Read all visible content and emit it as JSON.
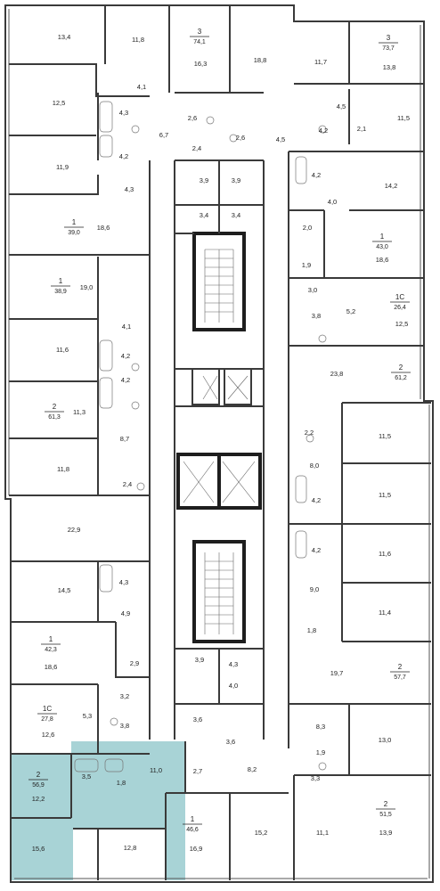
{
  "colors": {
    "highlight": "#a8d3d6",
    "wall": "#2b2b2b",
    "background": "#ffffff"
  },
  "apartments": [
    {
      "id": "a3-top-left",
      "num": "3",
      "area": "74,1"
    },
    {
      "id": "a3-top-right",
      "num": "3",
      "area": "73,7"
    },
    {
      "id": "a1-left-1",
      "num": "1",
      "area": "39,0"
    },
    {
      "id": "a1-right-1",
      "num": "1",
      "area": "43,0"
    },
    {
      "id": "a1-left-2",
      "num": "1",
      "area": "38,9"
    },
    {
      "id": "a1c-right",
      "num": "1С",
      "area": "26,4"
    },
    {
      "id": "a2-right-1",
      "num": "2",
      "area": "61,2"
    },
    {
      "id": "a2-left-1",
      "num": "2",
      "area": "61,3"
    },
    {
      "id": "a1-left-3",
      "num": "1",
      "area": "42,3"
    },
    {
      "id": "a2-right-2",
      "num": "2",
      "area": "57,7"
    },
    {
      "id": "a1c-left",
      "num": "1С",
      "area": "27,8"
    },
    {
      "id": "a2-highlighted",
      "num": "2",
      "area": "56,9"
    },
    {
      "id": "a1-bottom",
      "num": "1",
      "area": "46,6"
    },
    {
      "id": "a2-bottom-right",
      "num": "2",
      "area": "51,5"
    }
  ],
  "rooms": {
    "r_13_4": "13,4",
    "r_11_8a": "11,8",
    "r_16_3": "16,3",
    "r_18_8": "18,8",
    "r_11_7": "11,7",
    "r_13_8": "13,8",
    "r_12_5a": "12,5",
    "r_4_1a": "4,1",
    "r_4_3a": "4,3",
    "r_4_2a": "4,2",
    "r_2_6a": "2,6",
    "r_6_7": "6,7",
    "r_2_6b": "2,6",
    "r_2_4a": "2,4",
    "r_4_5a": "4,5",
    "r_4_5b": "4,5",
    "r_4_2b": "4,2",
    "r_2_1": "2,1",
    "r_11_5a": "11,5",
    "r_11_9": "11,9",
    "r_3_9a": "3,9",
    "r_3_9b": "3,9",
    "r_4_3b": "4,3",
    "r_4_2c": "4,2",
    "r_14_2": "14,2",
    "r_3_4a": "3,4",
    "r_3_4b": "3,4",
    "r_4_0a": "4,0",
    "r_18_6a": "18,6",
    "r_2_0": "2,0",
    "r_18_6b": "18,6",
    "r_1_9a": "1,9",
    "r_19_0": "19,0",
    "r_3_0": "3,0",
    "r_5_2": "5,2",
    "r_3_8a": "3,8",
    "r_12_5b": "12,5",
    "r_4_1b": "4,1",
    "r_11_6a": "11,6",
    "r_4_2d": "4,2",
    "r_23_8": "23,8",
    "r_4_2e": "4,2",
    "r_11_3": "11,3",
    "r_2_2": "2,2",
    "r_11_5b": "11,5",
    "r_8_7": "8,7",
    "r_8_0": "8,0",
    "r_11_8b": "11,8",
    "r_2_4b": "2,4",
    "r_11_5c": "11,5",
    "r_4_2f": "4,2",
    "r_22_9": "22,9",
    "r_4_2g": "4,2",
    "r_11_6b": "11,6",
    "r_4_3c": "4,3",
    "r_14_5": "14,5",
    "r_9_0": "9,0",
    "r_4_9": "4,9",
    "r_11_4": "11,4",
    "r_1_8a": "1,8",
    "r_18_6c": "18,6",
    "r_2_9": "2,9",
    "r_3_9c": "3,9",
    "r_4_3d": "4,3",
    "r_19_7": "19,7",
    "r_4_0b": "4,0",
    "r_3_2": "3,2",
    "r_5_3": "5,3",
    "r_3_8b": "3,8",
    "r_3_6a": "3,6",
    "r_12_6": "12,6",
    "r_3_6b": "3,6",
    "r_8_3": "8,3",
    "r_13_0": "13,0",
    "r_1_9b": "1,9",
    "r_3_5": "3,5",
    "r_1_8b": "1,8",
    "r_11_0": "11,0",
    "r_2_7": "2,7",
    "r_8_2": "8,2",
    "r_3_3": "3,3",
    "r_12_2": "12,2",
    "r_15_2": "15,2",
    "r_11_1": "11,1",
    "r_16_9": "16,9",
    "r_13_9": "13,9",
    "r_15_6": "15,6",
    "r_12_8": "12,8"
  }
}
